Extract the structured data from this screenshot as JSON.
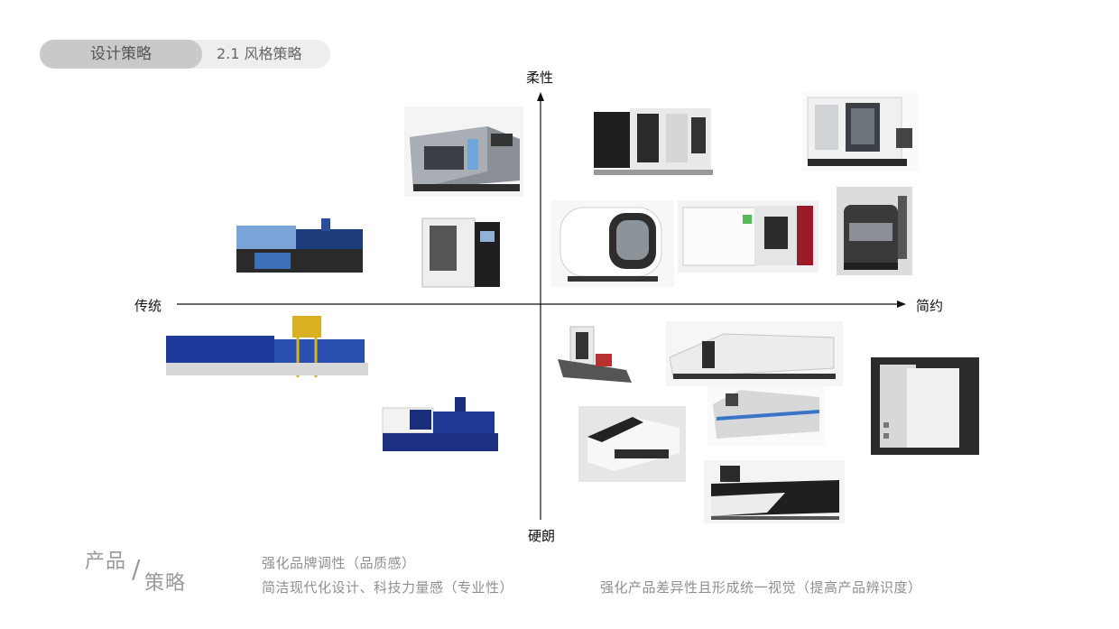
{
  "header": {
    "section": "设计策略",
    "subsection": "2.1 风格策略"
  },
  "axes": {
    "top": "柔性",
    "bottom": "硬朗",
    "left": "传统",
    "right": "简约"
  },
  "images": [
    {
      "id": "cnc-lathe-gray",
      "icon": "cnc-lathe-icon"
    },
    {
      "id": "machine-black-white",
      "icon": "machine-enclosure-icon"
    },
    {
      "id": "white-cabinet",
      "icon": "cabinet-machine-icon"
    },
    {
      "id": "injection-blue-small",
      "icon": "injection-molder-icon"
    },
    {
      "id": "vertical-machining-center",
      "icon": "machining-center-icon"
    },
    {
      "id": "round-white-machine",
      "icon": "round-machine-icon"
    },
    {
      "id": "laser-cutter-red",
      "icon": "laser-cutter-icon"
    },
    {
      "id": "dark-3d-printer",
      "icon": "printer-machine-icon"
    },
    {
      "id": "injection-blue-yellow",
      "icon": "injection-molder-icon"
    },
    {
      "id": "gantry-machine",
      "icon": "gantry-machine-icon"
    },
    {
      "id": "long-white-press",
      "icon": "press-machine-icon"
    },
    {
      "id": "white-panel-machine",
      "icon": "panel-machine-icon"
    },
    {
      "id": "injection-navy",
      "icon": "injection-molder-icon"
    },
    {
      "id": "sleek-black-white",
      "icon": "sleek-machine-icon"
    },
    {
      "id": "silver-blue-stripe",
      "icon": "stripe-machine-icon"
    },
    {
      "id": "black-white-printer",
      "icon": "printer-machine-icon"
    }
  ],
  "footer": {
    "title_a": "产品",
    "slash": "/",
    "title_b": "策略",
    "points": [
      "强化品牌调性（品质感）",
      "简洁现代化设计、科技力量感（专业性）",
      "强化产品差异性且形成统一视觉（提高产品辨识度）"
    ]
  },
  "colors": {
    "pill_bg": "#eeeeee",
    "pill_active": "#c9c9cb",
    "axis": "#111111",
    "footer_text": "#9a9a9a"
  }
}
